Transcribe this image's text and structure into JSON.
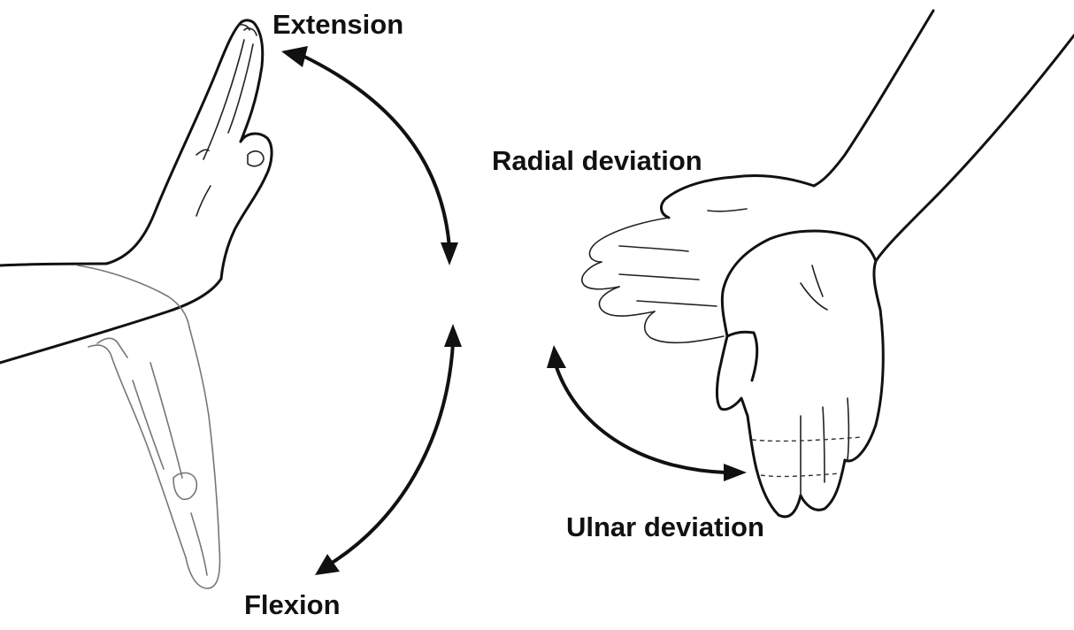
{
  "labels": {
    "extension": "Extension",
    "flexion": "Flexion",
    "radial_deviation": "Radial deviation",
    "ulnar_deviation": "Ulnar deviation"
  },
  "colors": {
    "ink": "#111111",
    "faint_ink": "#777777",
    "background": "#ffffff"
  }
}
